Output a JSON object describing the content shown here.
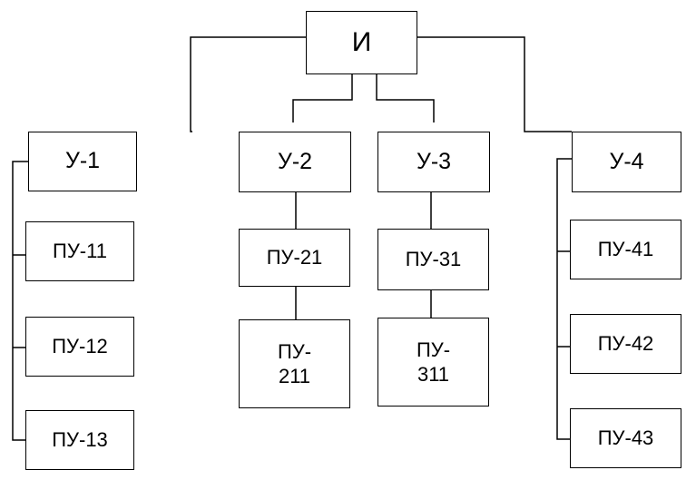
{
  "diagram": {
    "root": {
      "label": "И"
    },
    "units": [
      {
        "label": "У-1",
        "subunits": [
          {
            "label": "ПУ-11"
          },
          {
            "label": "ПУ-12"
          },
          {
            "label": "ПУ-13"
          }
        ]
      },
      {
        "label": "У-2",
        "subunits": [
          {
            "label": "ПУ-21"
          },
          {
            "label": "ПУ-\n211"
          }
        ]
      },
      {
        "label": "У-3",
        "subunits": [
          {
            "label": "ПУ-31"
          },
          {
            "label": "ПУ-\n311"
          }
        ]
      },
      {
        "label": "У-4",
        "subunits": [
          {
            "label": "ПУ-41"
          },
          {
            "label": "ПУ-42"
          },
          {
            "label": "ПУ-43"
          }
        ]
      }
    ]
  }
}
